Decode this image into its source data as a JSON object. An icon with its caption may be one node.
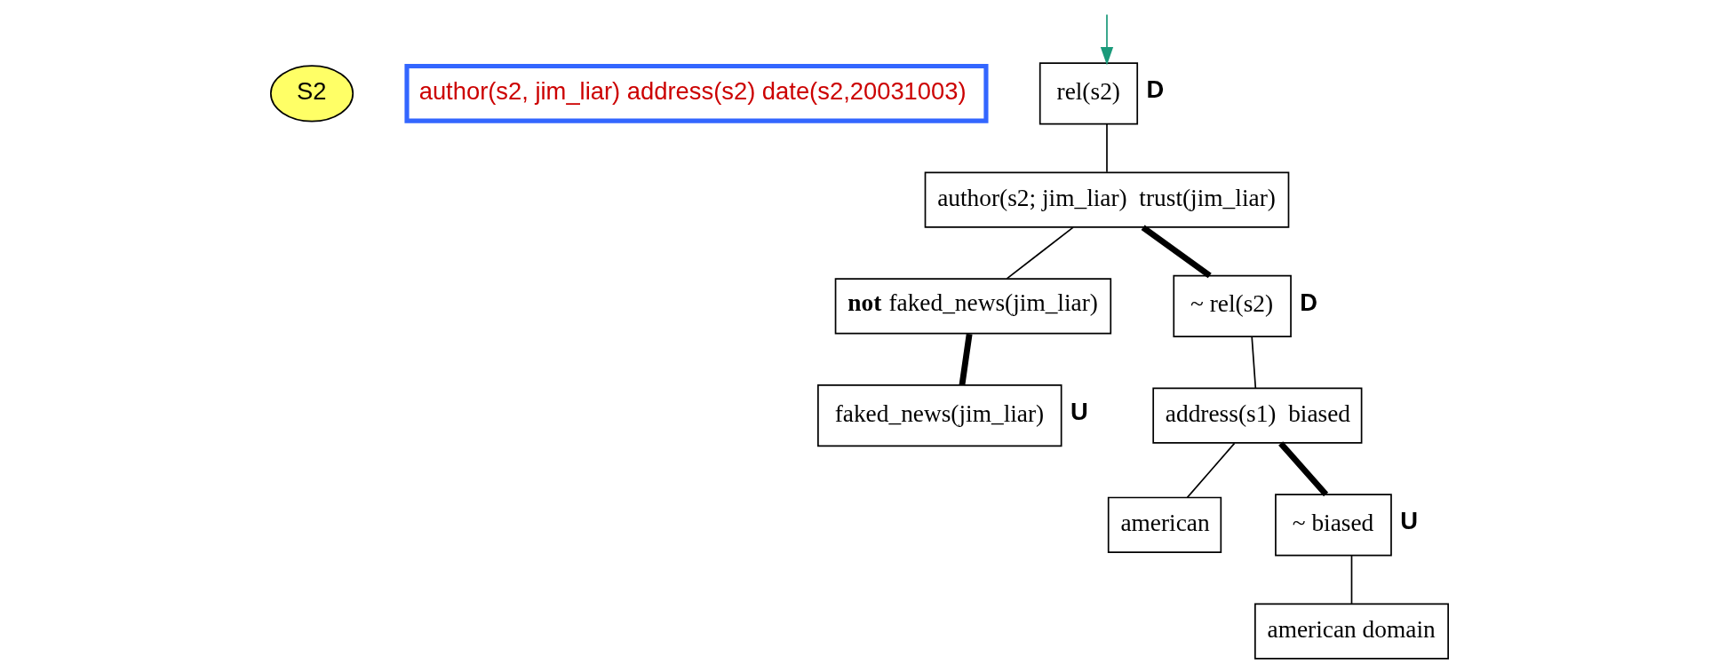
{
  "diagram": {
    "nodes": [
      {
        "text": [
          "author(s2, jim_liar) address(s2) date(s2,20031003)"
        ]
      },
      {
        "text": [
          "S2"
        ]
      },
      {
        "text": [
          "rel(s2)"
        ],
        "beside": [
          "D"
        ]
      },
      {
        "text": [
          "author(s2; jim_liar)  trust(jim_liar)"
        ]
      },
      {
        "text": [
          "**not** faked_news(jim_liar)"
        ]
      },
      {
        "text": [
          "~ rel(s2)"
        ],
        "beside": [
          "D"
        ]
      },
      {
        "text": [
          "address(s1)  biased"
        ]
      },
      {
        "text": [
          "american"
        ]
      },
      {
        "text": [
          "~ biased"
        ],
        "beside": [
          "U"
        ]
      },
      {
        "text": [
          "american domain"
        ]
      },
      {
        "text": [
          "faked_news(jim_liar)"
        ],
        "beside": [
          "U"
        ]
      }
    ],
    "edges": [
      {
        "from": null,
        "to": 2,
        "arrow": "to",
        "color": "#1a9a7a"
      },
      {
        "from": 2,
        "to": 3,
        "arrow": "none"
      },
      {
        "from": 3,
        "to": 4,
        "arrow": "none"
      },
      {
        "from": 3,
        "to": 5,
        "arrow": "none",
        "style": "thick"
      },
      {
        "from": 4,
        "to": 10,
        "arrow": "none",
        "style": "thick"
      },
      {
        "from": 5,
        "to": 6,
        "arrow": "none"
      },
      {
        "from": 6,
        "to": 7,
        "arrow": "none"
      },
      {
        "from": 6,
        "to": 8,
        "arrow": "none",
        "style": "thick"
      },
      {
        "from": 8,
        "to": 9,
        "arrow": "none"
      }
    ]
  }
}
